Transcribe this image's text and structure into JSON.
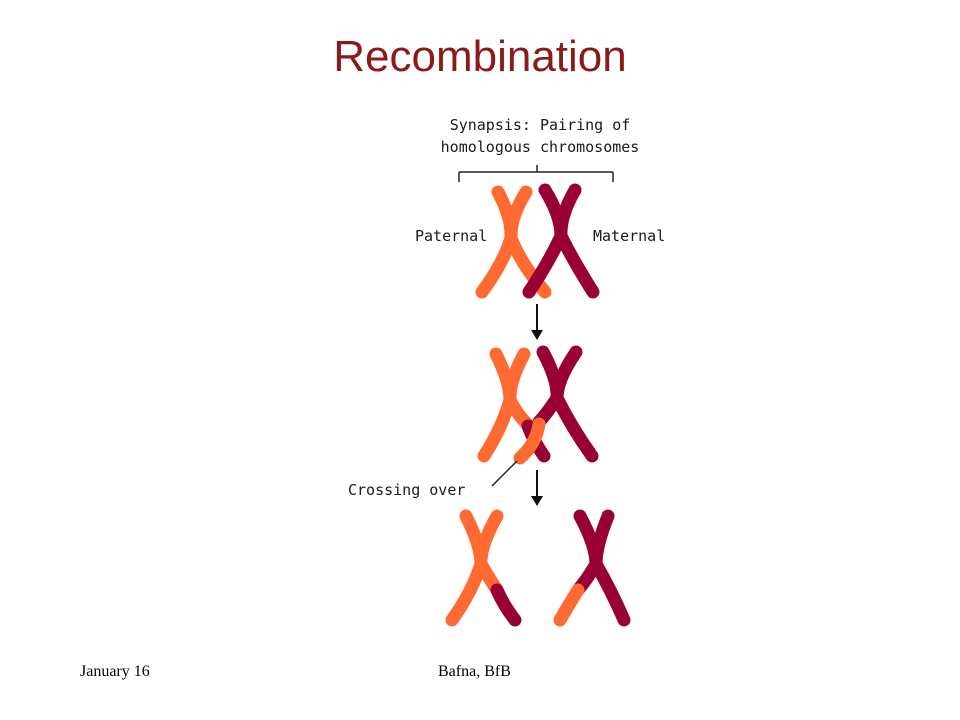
{
  "slide": {
    "title": "Recombination",
    "footer_left": "January 16",
    "footer_center": "Bafna, BfB"
  },
  "diagram": {
    "synapsis_line1": "Synapsis: Pairing of",
    "synapsis_line2": "homologous chromosomes",
    "paternal_label": "Paternal",
    "maternal_label": "Maternal",
    "crossing_over_label": "Crossing over"
  },
  "colors": {
    "title": "#8b1a1a",
    "paternal": "#ff6a33",
    "maternal": "#990033"
  }
}
